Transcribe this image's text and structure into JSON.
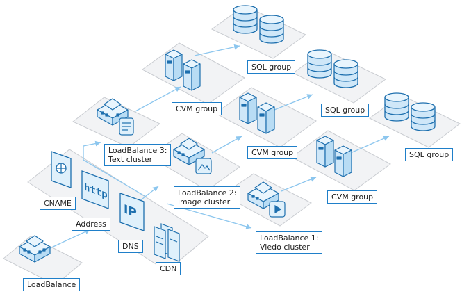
{
  "colors": {
    "accent": "#1f7fc9",
    "icon_fill": "#dff0fb",
    "icon_stroke": "#1d6fae",
    "platform_fill": "#f2f3f5",
    "platform_stroke": "#c9ccd1",
    "arrow": "#8cc6ee"
  },
  "labels": {
    "load_balance": "LoadBalance",
    "cname": "CNAME",
    "address": "Address",
    "dns": "DNS",
    "cdn": "CDN",
    "lb3_line1": "LoadBalance 3:",
    "lb3_line2": "Text cluster",
    "lb2_line1": "LoadBalance 2:",
    "lb2_line2": "image cluster",
    "lb1_line1": "LoadBalance 1:",
    "lb1_line2": "Viedo cluster",
    "cvm_group": "CVM group",
    "sql_group": "SQL group"
  },
  "icons": {
    "http_text": "http",
    "ip_text": "IP",
    "dns_badge": "network-globe-icon",
    "media_badges": [
      "document-icon",
      "image-icon",
      "play-icon"
    ]
  }
}
